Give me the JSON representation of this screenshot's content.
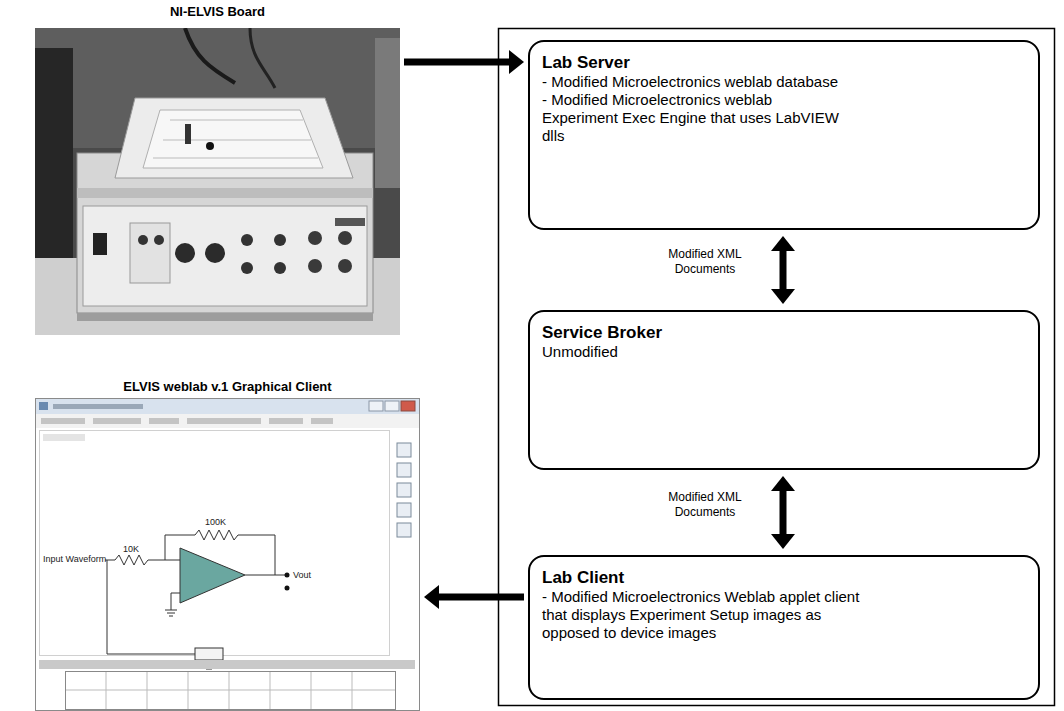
{
  "diagram": {
    "nodes": [
      {
        "text": [
          "NI-ELVIS Board"
        ]
      },
      {
        "text": [
          "Lab Server",
          "- Modified Microelectronics weblab database",
          "- Modified Microelectronics weblab Experiment Exec Engine that uses LabVIEW dlls"
        ]
      },
      {
        "text": [
          "Service Broker",
          "Unmodified"
        ]
      },
      {
        "text": [
          "Lab Client",
          "- Modified Microelectronics Weblab applet client that displays Experiment Setup images as opposed to device images"
        ]
      },
      {
        "text": [
          "ELVIS weblab v.1 Graphical Client"
        ]
      }
    ],
    "edges": [
      {
        "from": 0,
        "to": 1,
        "arrow": "to"
      },
      {
        "from": 1,
        "to": 2,
        "arrow": "both",
        "label": "Modified XML Documents"
      },
      {
        "from": 2,
        "to": 3,
        "arrow": "both",
        "label": "Modified XML Documents"
      },
      {
        "from": 3,
        "to": 4,
        "arrow": "to"
      }
    ],
    "labels": [
      "10K",
      "100K",
      "Vout",
      "Input Waveform"
    ]
  }
}
